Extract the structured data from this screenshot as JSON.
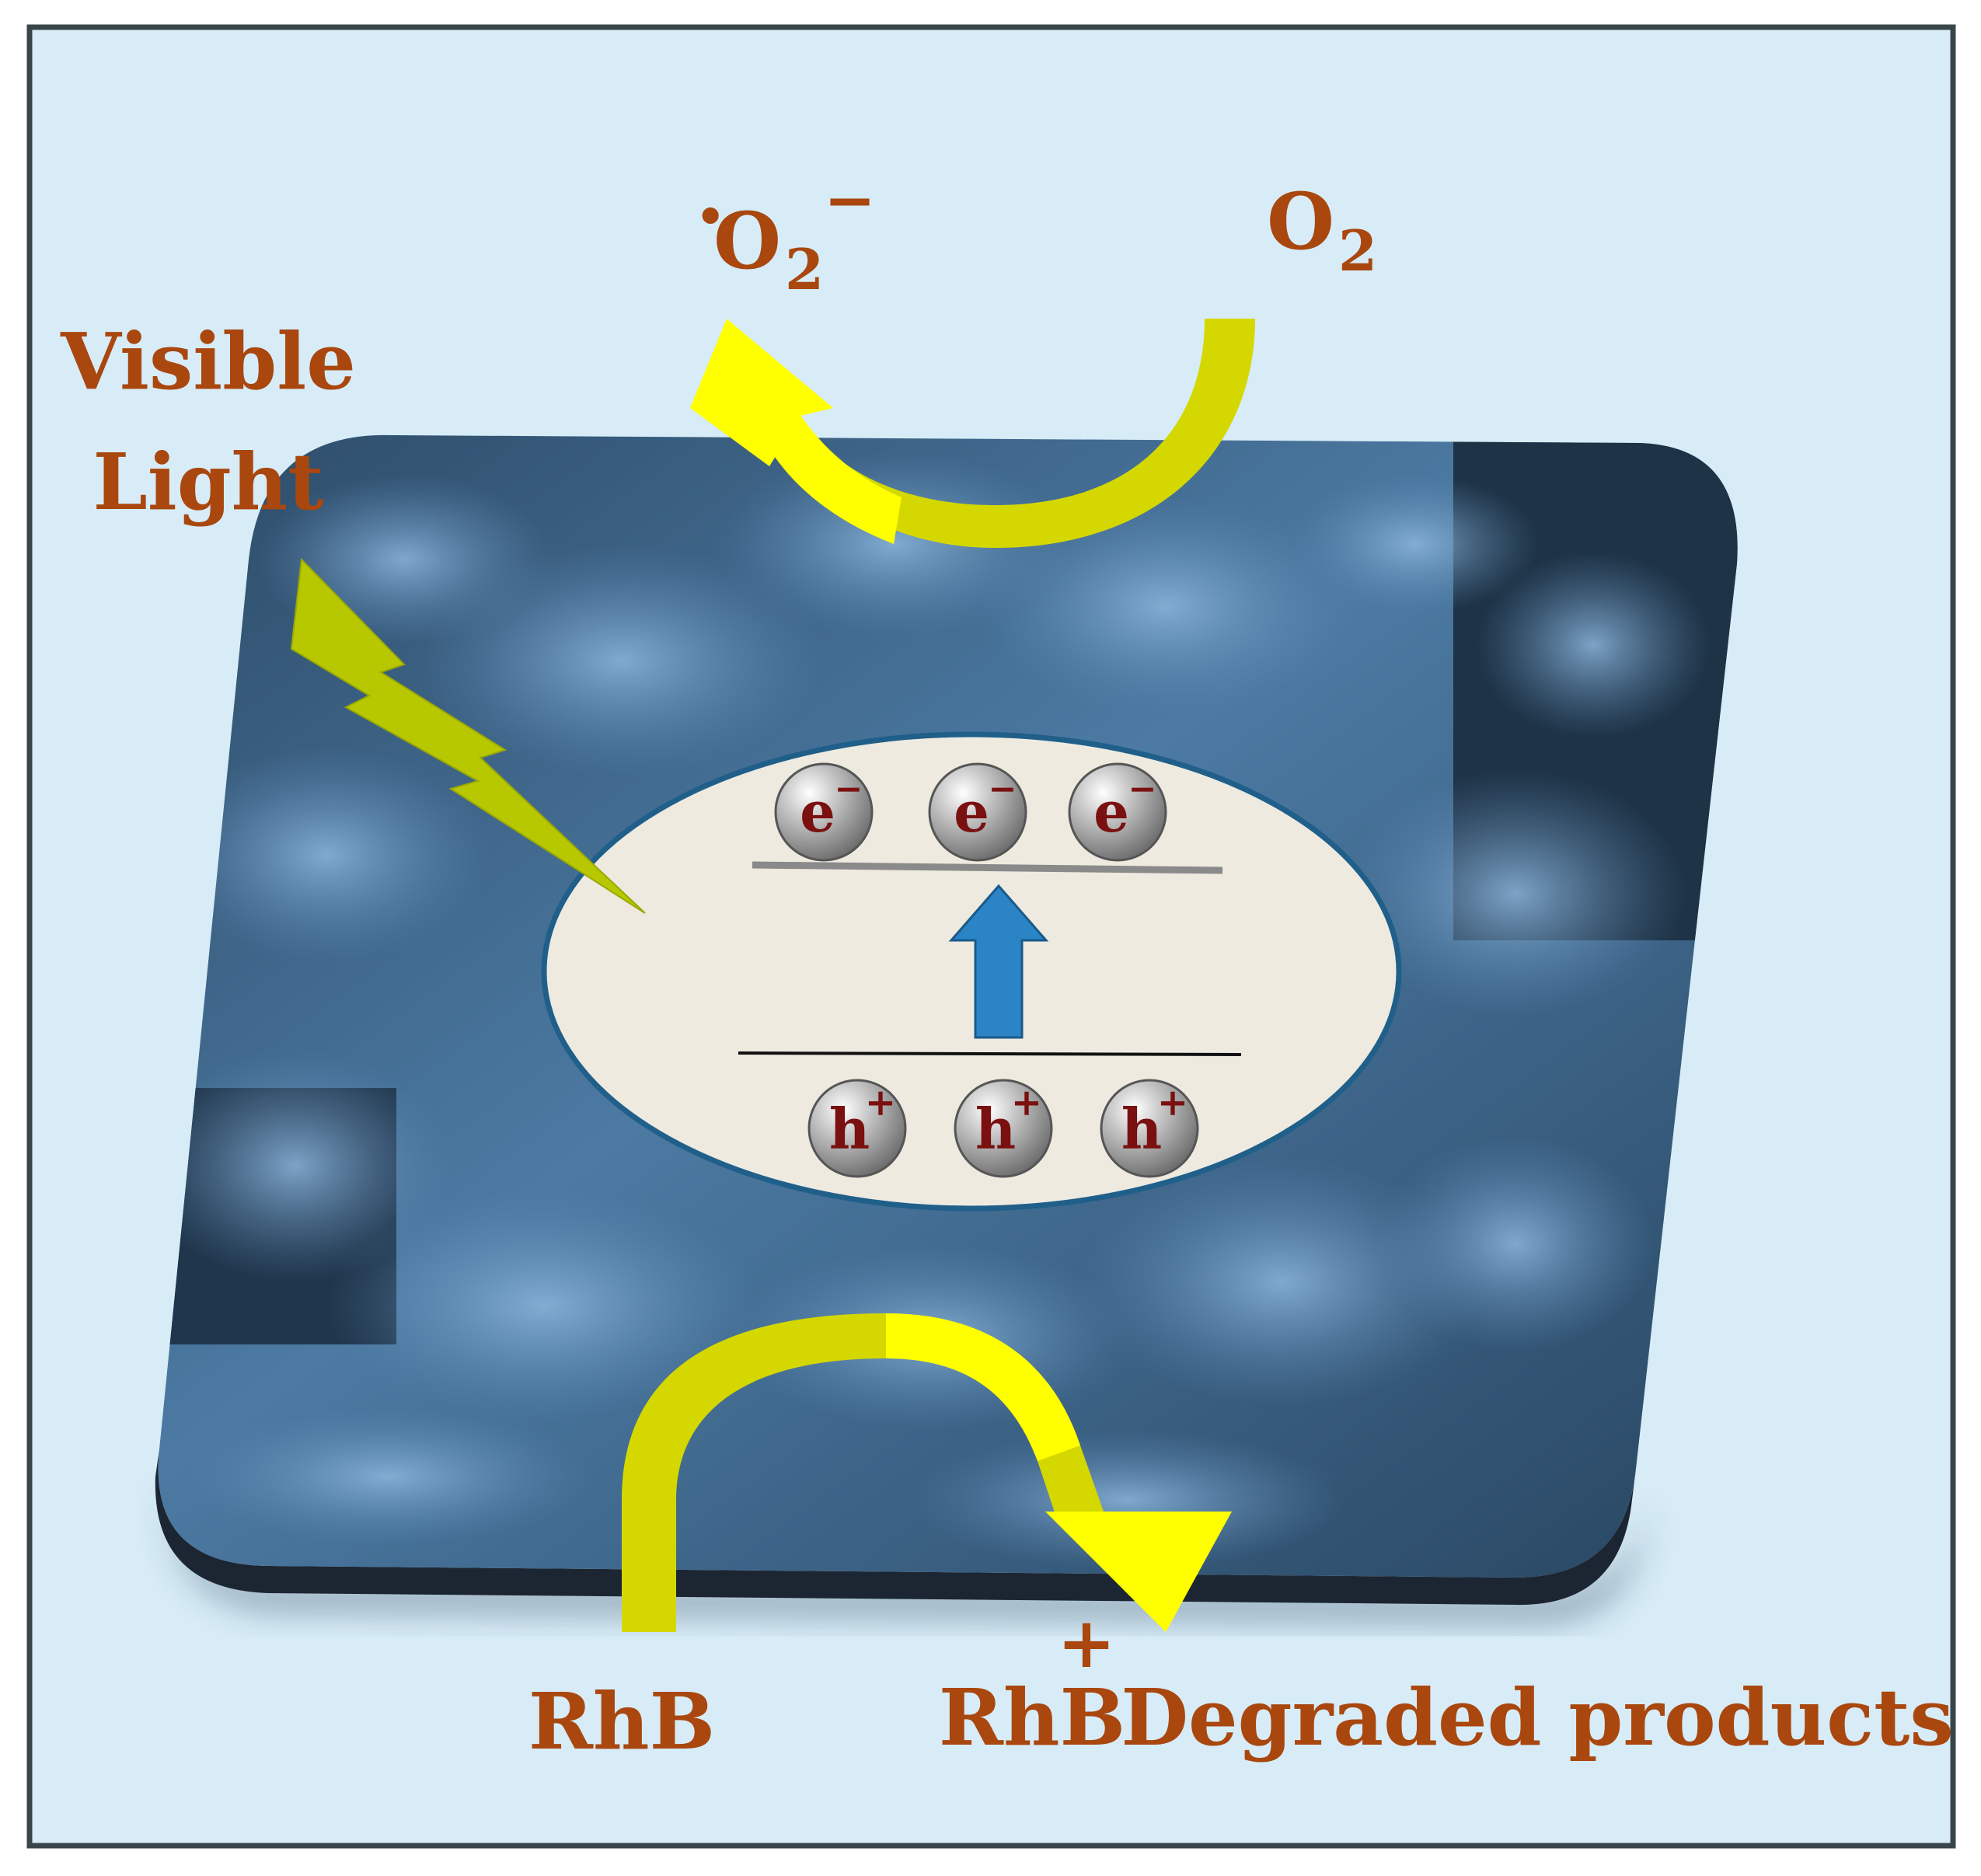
{
  "labels": {
    "visible_light_line1": "Visible",
    "visible_light_line2": "Light",
    "superoxide_main": "O",
    "superoxide_dot": "•",
    "superoxide_sub": "2",
    "superoxide_charge": "−",
    "oxygen_main": "O",
    "oxygen_sub": "2",
    "rhb_left": "RhB",
    "plus": "+",
    "rhb_right": "RhB",
    "degraded": "Degraded products"
  },
  "electrons": [
    {
      "symbol": "e",
      "charge": "−"
    },
    {
      "symbol": "e",
      "charge": "−"
    },
    {
      "symbol": "e",
      "charge": "−"
    }
  ],
  "holes": [
    {
      "symbol": "h",
      "charge": "+"
    },
    {
      "symbol": "h",
      "charge": "+"
    },
    {
      "symbol": "h",
      "charge": "+"
    }
  ],
  "colors": {
    "background": "#d7ecf7",
    "frame": "#3a4548",
    "label": "#a9470f",
    "arrow_yellow": "#ffff00",
    "arrow_olive": "#d4d800",
    "lightning": "#b8c800",
    "ellipse_fill": "#eeeae0",
    "ellipse_stroke": "#1f5f8a",
    "excitation_arrow": "#2a84c6",
    "carrier_text": "#7a1010",
    "plate_dark": "#1b2c3e",
    "plate_mid": "#3e6a90",
    "plate_light": "#7fa9d2"
  }
}
